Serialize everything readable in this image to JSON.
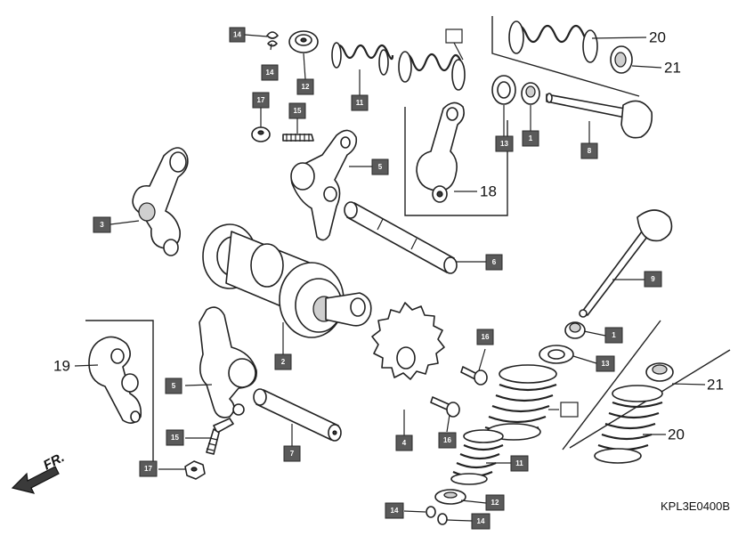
{
  "diagram": {
    "drawing_code": "KPL3E0400B",
    "front_marker": "FR.",
    "callouts": [
      {
        "id": "c14a",
        "label": "14"
      },
      {
        "id": "c14b",
        "label": "14"
      },
      {
        "id": "c12a",
        "label": "12"
      },
      {
        "id": "c11a",
        "label": "11"
      },
      {
        "id": "c17a",
        "label": "17"
      },
      {
        "id": "c15a",
        "label": "15"
      },
      {
        "id": "c5a",
        "label": "5"
      },
      {
        "id": "c3",
        "label": "3"
      },
      {
        "id": "c2",
        "label": "2"
      },
      {
        "id": "c6",
        "label": "6"
      },
      {
        "id": "c13a",
        "label": "13"
      },
      {
        "id": "c1a",
        "label": "1"
      },
      {
        "id": "c8",
        "label": "8"
      },
      {
        "id": "c9",
        "label": "9"
      },
      {
        "id": "c1b",
        "label": "1"
      },
      {
        "id": "c13b",
        "label": "13"
      },
      {
        "id": "c16a",
        "label": "16"
      },
      {
        "id": "c16b",
        "label": "16"
      },
      {
        "id": "c5b",
        "label": "5"
      },
      {
        "id": "c15b",
        "label": "15"
      },
      {
        "id": "c7",
        "label": "7"
      },
      {
        "id": "c4",
        "label": "4"
      },
      {
        "id": "c17b",
        "label": "17"
      },
      {
        "id": "c11b",
        "label": "11"
      },
      {
        "id": "c12b",
        "label": "12"
      },
      {
        "id": "c14c",
        "label": "14"
      },
      {
        "id": "c14d",
        "label": "14"
      }
    ],
    "big_labels": [
      {
        "id": "b20a",
        "label": "20"
      },
      {
        "id": "b21a",
        "label": "21"
      },
      {
        "id": "b18",
        "label": "18"
      },
      {
        "id": "b19",
        "label": "19"
      },
      {
        "id": "b21b",
        "label": "21"
      },
      {
        "id": "b20b",
        "label": "20"
      }
    ]
  }
}
